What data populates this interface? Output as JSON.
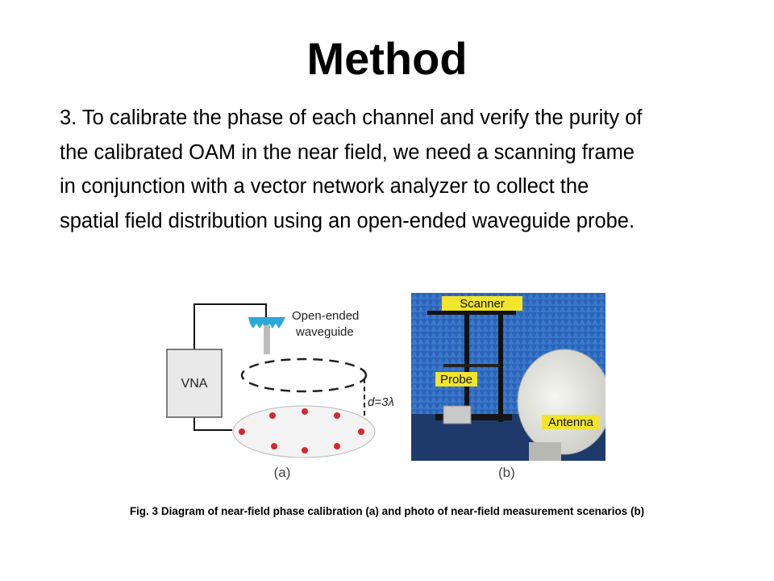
{
  "slide": {
    "title": "Method",
    "body_lines": [
      "3. To calibrate the phase of each channel and verify the purity of",
      "the calibrated OAM in the near field, we need a scanning frame",
      "in conjunction with a vector network analyzer to collect the",
      "spatial field distribution using an open-ended waveguide probe."
    ]
  },
  "figure": {
    "panel_a": {
      "vna_label": "VNA",
      "probe_label_line1": "Open-ended",
      "probe_label_line2": "waveguide",
      "distance_label": "d=3λ",
      "sublabel": "(a)"
    },
    "panel_b": {
      "scanner_label": "Scanner",
      "probe_label": "Probe",
      "antenna_label": "Antenna",
      "sublabel": "(b)"
    },
    "caption": "Fig. 3  Diagram of near-field phase calibration (a) and photo of near-field measurement scenarios (b)"
  },
  "colors": {
    "dot_red": "#d8262b",
    "probe_cyan": "#2aa8d8",
    "label_yellow": "#f3e52b",
    "photo_blue": "#2b63b7"
  }
}
